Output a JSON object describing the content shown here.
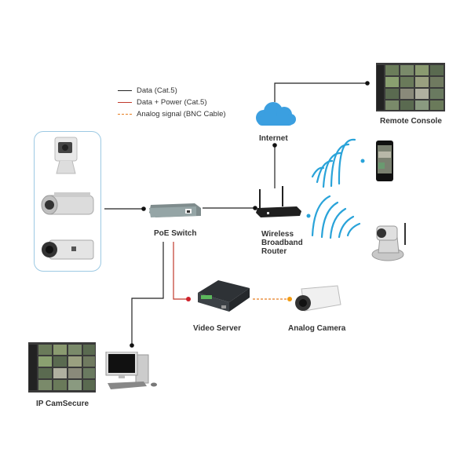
{
  "legend": {
    "items": [
      {
        "label": "Data (Cat.5)",
        "color": "#222222",
        "style": "solid"
      },
      {
        "label": "Data + Power (Cat.5)",
        "color": "#c0392b",
        "style": "solid"
      },
      {
        "label": "Analog signal (BNC Cable)",
        "color": "#e67e22",
        "style": "dashed"
      }
    ]
  },
  "nodes": {
    "ip_cameras_group": {
      "label": ""
    },
    "poe_switch": {
      "label": "PoE Switch"
    },
    "internet": {
      "label": "Internet"
    },
    "remote_console": {
      "label": "Remote Console"
    },
    "router": {
      "label_lines": [
        "Wireless",
        "Broadband",
        "Router"
      ]
    },
    "smartphone": {
      "label": ""
    },
    "wireless_ptz_camera": {
      "label": ""
    },
    "video_server": {
      "label": "Video Server"
    },
    "analog_camera": {
      "label": "Analog Camera"
    },
    "ip_camsecure": {
      "label": "IP CamSecure"
    }
  },
  "colors": {
    "data": "#222222",
    "data_power": "#c0392b",
    "analog": "#e67e22",
    "wireless": "#29a3d9",
    "cloud": "#3b9fe0",
    "group_border": "#9cc9e3"
  }
}
